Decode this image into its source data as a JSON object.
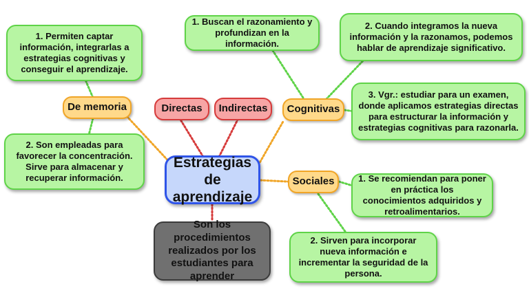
{
  "center": {
    "label": "Estrategias de aprendizaje"
  },
  "categories": {
    "memoria": "De memoria",
    "directas": "Directas",
    "indirectas": "Indirectas",
    "cognitivas": "Cognitivas",
    "sociales": "Sociales"
  },
  "definition": "Son los procedimientos realizados por los estudiantes para aprender",
  "notes": {
    "memoria_1": "1. Permiten captar información, integrarlas a estrategias cognitivas y conseguir el aprendizaje.",
    "memoria_2": "2. Son empleadas para favorecer la concentración. Sirve para almacenar y recuperar información.",
    "cognitivas_1": "1. Buscan el razonamiento y profundizan en la información.",
    "cognitivas_2": "2. Cuando integramos la nueva información y la razonamos, podemos hablar de aprendizaje significativo.",
    "cognitivas_3": "3. Vgr.: estudiar para un examen, donde aplicamos estrategias directas para estructurar la información y estrategias cognitivas para razonarla.",
    "sociales_1": "1. Se recomiendan para poner en práctica los conocimientos adquiridos y retroalimentarios.",
    "sociales_2": "2. Sirven para incorporar nueva información e incrementar la seguridad de la persona."
  },
  "colors": {
    "note_fill": "#b7f5a3",
    "note_border": "#5fd348",
    "category_fill": "#ffd98a",
    "category_border": "#f0a527",
    "red_fill": "#f7a5a5",
    "red_border": "#d63b3b",
    "center_fill": "#c6d7fb",
    "center_border": "#2f54e8",
    "definition_fill": "#707070"
  }
}
